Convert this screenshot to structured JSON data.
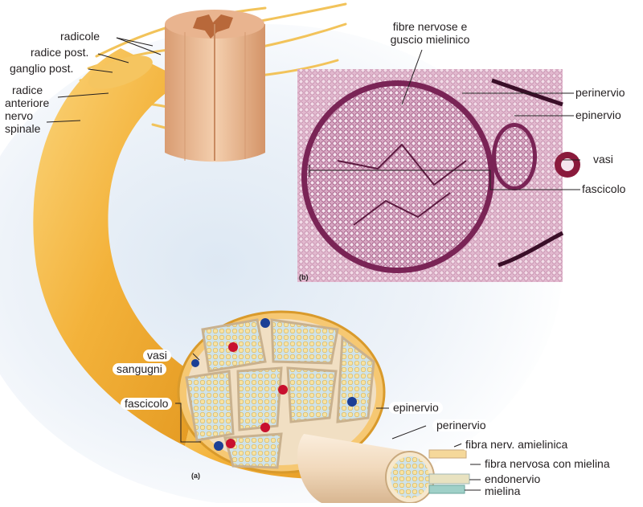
{
  "labels": {
    "radicole": "radicole",
    "radice_post": "radice post.",
    "ganglio_post": "ganglio post.",
    "radice": "radice",
    "anteriore": "anteriore",
    "nervo": "nervo",
    "spinale": "spinale",
    "fibre_line1": "fibre nervose e",
    "fibre_line2": "guscio mielinico",
    "perinervio_b": "perinervio",
    "epinervio_b": "epinervio",
    "vasi_b": "vasi",
    "fascicolo_b": "fascicolo",
    "panel_b": "(b)",
    "vasi_a": "vasi",
    "sangugni_a": "sangugni",
    "fascicolo_a": "fascicolo",
    "epinervio_a": "epinervio",
    "perinervio_a": "perinervio",
    "fibra_amielinica": "fibra nerv. amielinica",
    "fibra_mielina": "fibra nervosa con mielina",
    "endonervio": "endonervio",
    "mielina": "mielina",
    "panel_a": "(a)"
  },
  "colors": {
    "nerve_yellow": "#f2b43a",
    "spinal_cord": "#e8b48c",
    "fascicle_blue": "#cfe3ea",
    "histology_pink": "#e6b8cf",
    "vessel_red": "#c8102e",
    "vessel_blue": "#1c3f95"
  }
}
